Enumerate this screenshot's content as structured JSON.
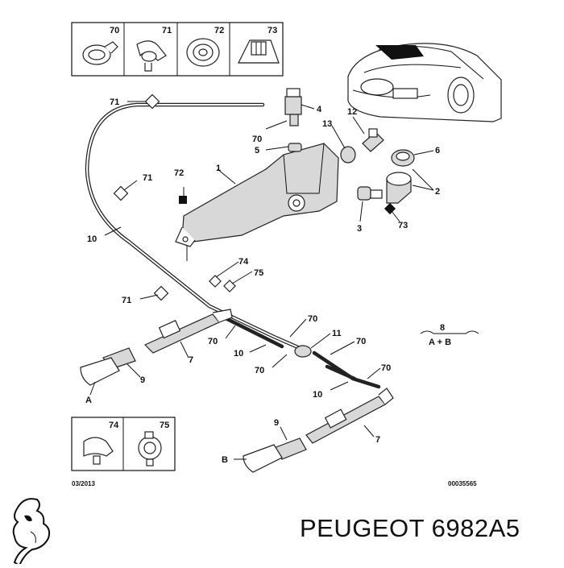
{
  "inset_top": [
    {
      "num": "70",
      "icon": "hose-clip-icon"
    },
    {
      "num": "71",
      "icon": "cable-clip-icon"
    },
    {
      "num": "72",
      "icon": "grommet-icon"
    },
    {
      "num": "73",
      "icon": "connector-icon"
    }
  ],
  "inset_bottom": [
    {
      "num": "74",
      "icon": "hose-clamp-icon"
    },
    {
      "num": "75",
      "icon": "hose-clamp-icon"
    }
  ],
  "callouts": {
    "c1": "1",
    "c2": "2",
    "c3": "3",
    "c4": "4",
    "c5": "5",
    "c6": "6",
    "c7a": "7",
    "c7b": "7",
    "c9a": "9",
    "c9b": "9",
    "c10a": "10",
    "c10b": "10",
    "c10c": "10",
    "c11": "11",
    "c12": "12",
    "c13": "13",
    "c70a": "70",
    "c70b": "70",
    "c70c": "70",
    "c70d": "70",
    "c70e": "70",
    "c70f": "70",
    "c71a": "71",
    "c71b": "71",
    "c71c": "71",
    "c72": "72",
    "c73": "73",
    "c74": "74",
    "c75": "75",
    "cA": "A",
    "cB": "B"
  },
  "legend": {
    "num": "8",
    "text": "A + B"
  },
  "footer": {
    "date": "03/2013",
    "code": "00035565"
  },
  "brand_caption": "PEUGEOT 6982A5",
  "logo_icon": "peugeot-lion-logo-icon"
}
